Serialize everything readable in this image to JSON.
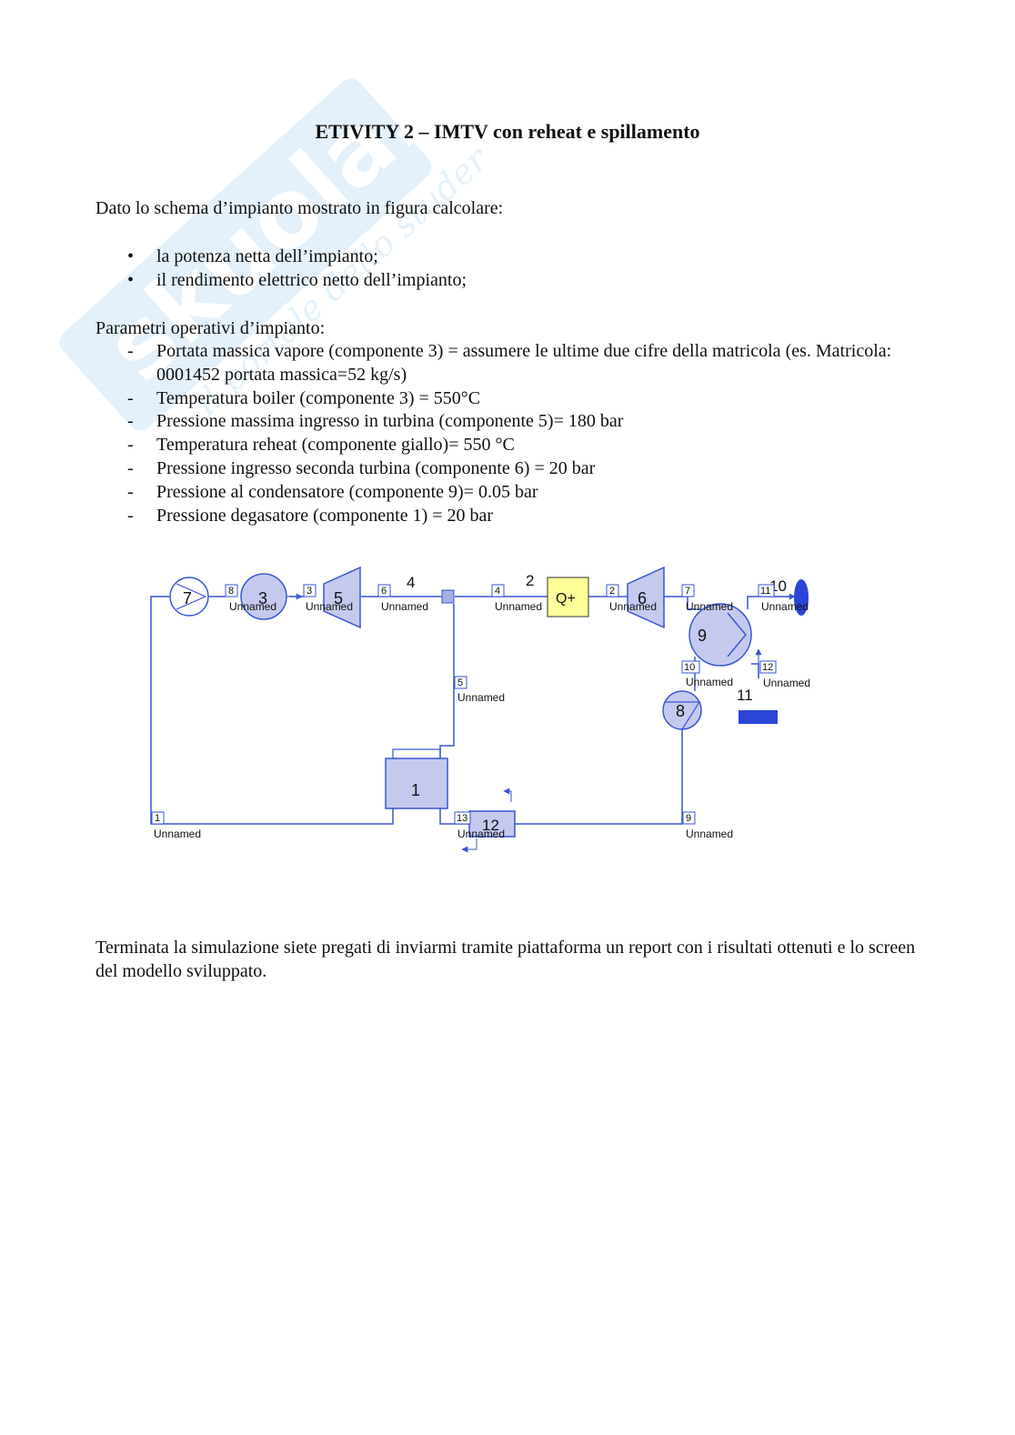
{
  "document": {
    "title": "ETIVITY 2 – IMTV con reheat e spillamento",
    "intro": "Dato lo schema d’impianto mostrato in figura calcolare:",
    "bullets": [
      "la potenza netta dell’impianto;",
      "il rendimento elettrico netto dell’impianto;"
    ],
    "params_heading": "Parametri operativi d’impianto:",
    "params": [
      "Portata massica vapore (componente 3) = assumere le ultime due cifre della matricola (es. Matricola: 0001452  portata massica=52 kg/s)",
      "Temperatura boiler (componente 3) = 550°C",
      "Pressione massima ingresso in turbina (componente 5)= 180 bar",
      "Temperatura reheat (componente giallo)= 550 °C",
      "Pressione ingresso seconda turbina (componente 6) = 20 bar",
      "Pressione al condensatore (componente 9)= 0.05 bar",
      "Pressione degasatore (componente 1) = 20 bar"
    ],
    "closing": "Terminata la simulazione siete pregati di inviarmi tramite piattaforma un report con i risultati ottenuti e lo screen del modello sviluppato."
  },
  "watermark": {
    "brand": "skuola.net",
    "tagline": "il portale dello studente"
  },
  "diagram": {
    "line_color": "#3a56d4",
    "fill_color": "#c5c9ee",
    "heater_color": "#ffff99",
    "components": {
      "pump_7": "7",
      "boiler_3": "3",
      "turbine_5": "5",
      "reheater": "Q+",
      "turbine_6": "6",
      "condenser_9": "9",
      "pump_8": "8",
      "deaerator_1": "1",
      "heat_exchanger_12": "12",
      "sink_10": "10",
      "source_11": "11",
      "label_4": "4",
      "label_2": "2"
    },
    "streams": {
      "s8": "8",
      "s3": "3",
      "s6": "6",
      "s4": "4",
      "s2": "2",
      "s7": "7",
      "s11": "11",
      "s5": "5",
      "s10": "10",
      "s12": "12",
      "s1": "1",
      "s13": "13",
      "s9": "9"
    },
    "unnamed_label": "Unnamed"
  }
}
